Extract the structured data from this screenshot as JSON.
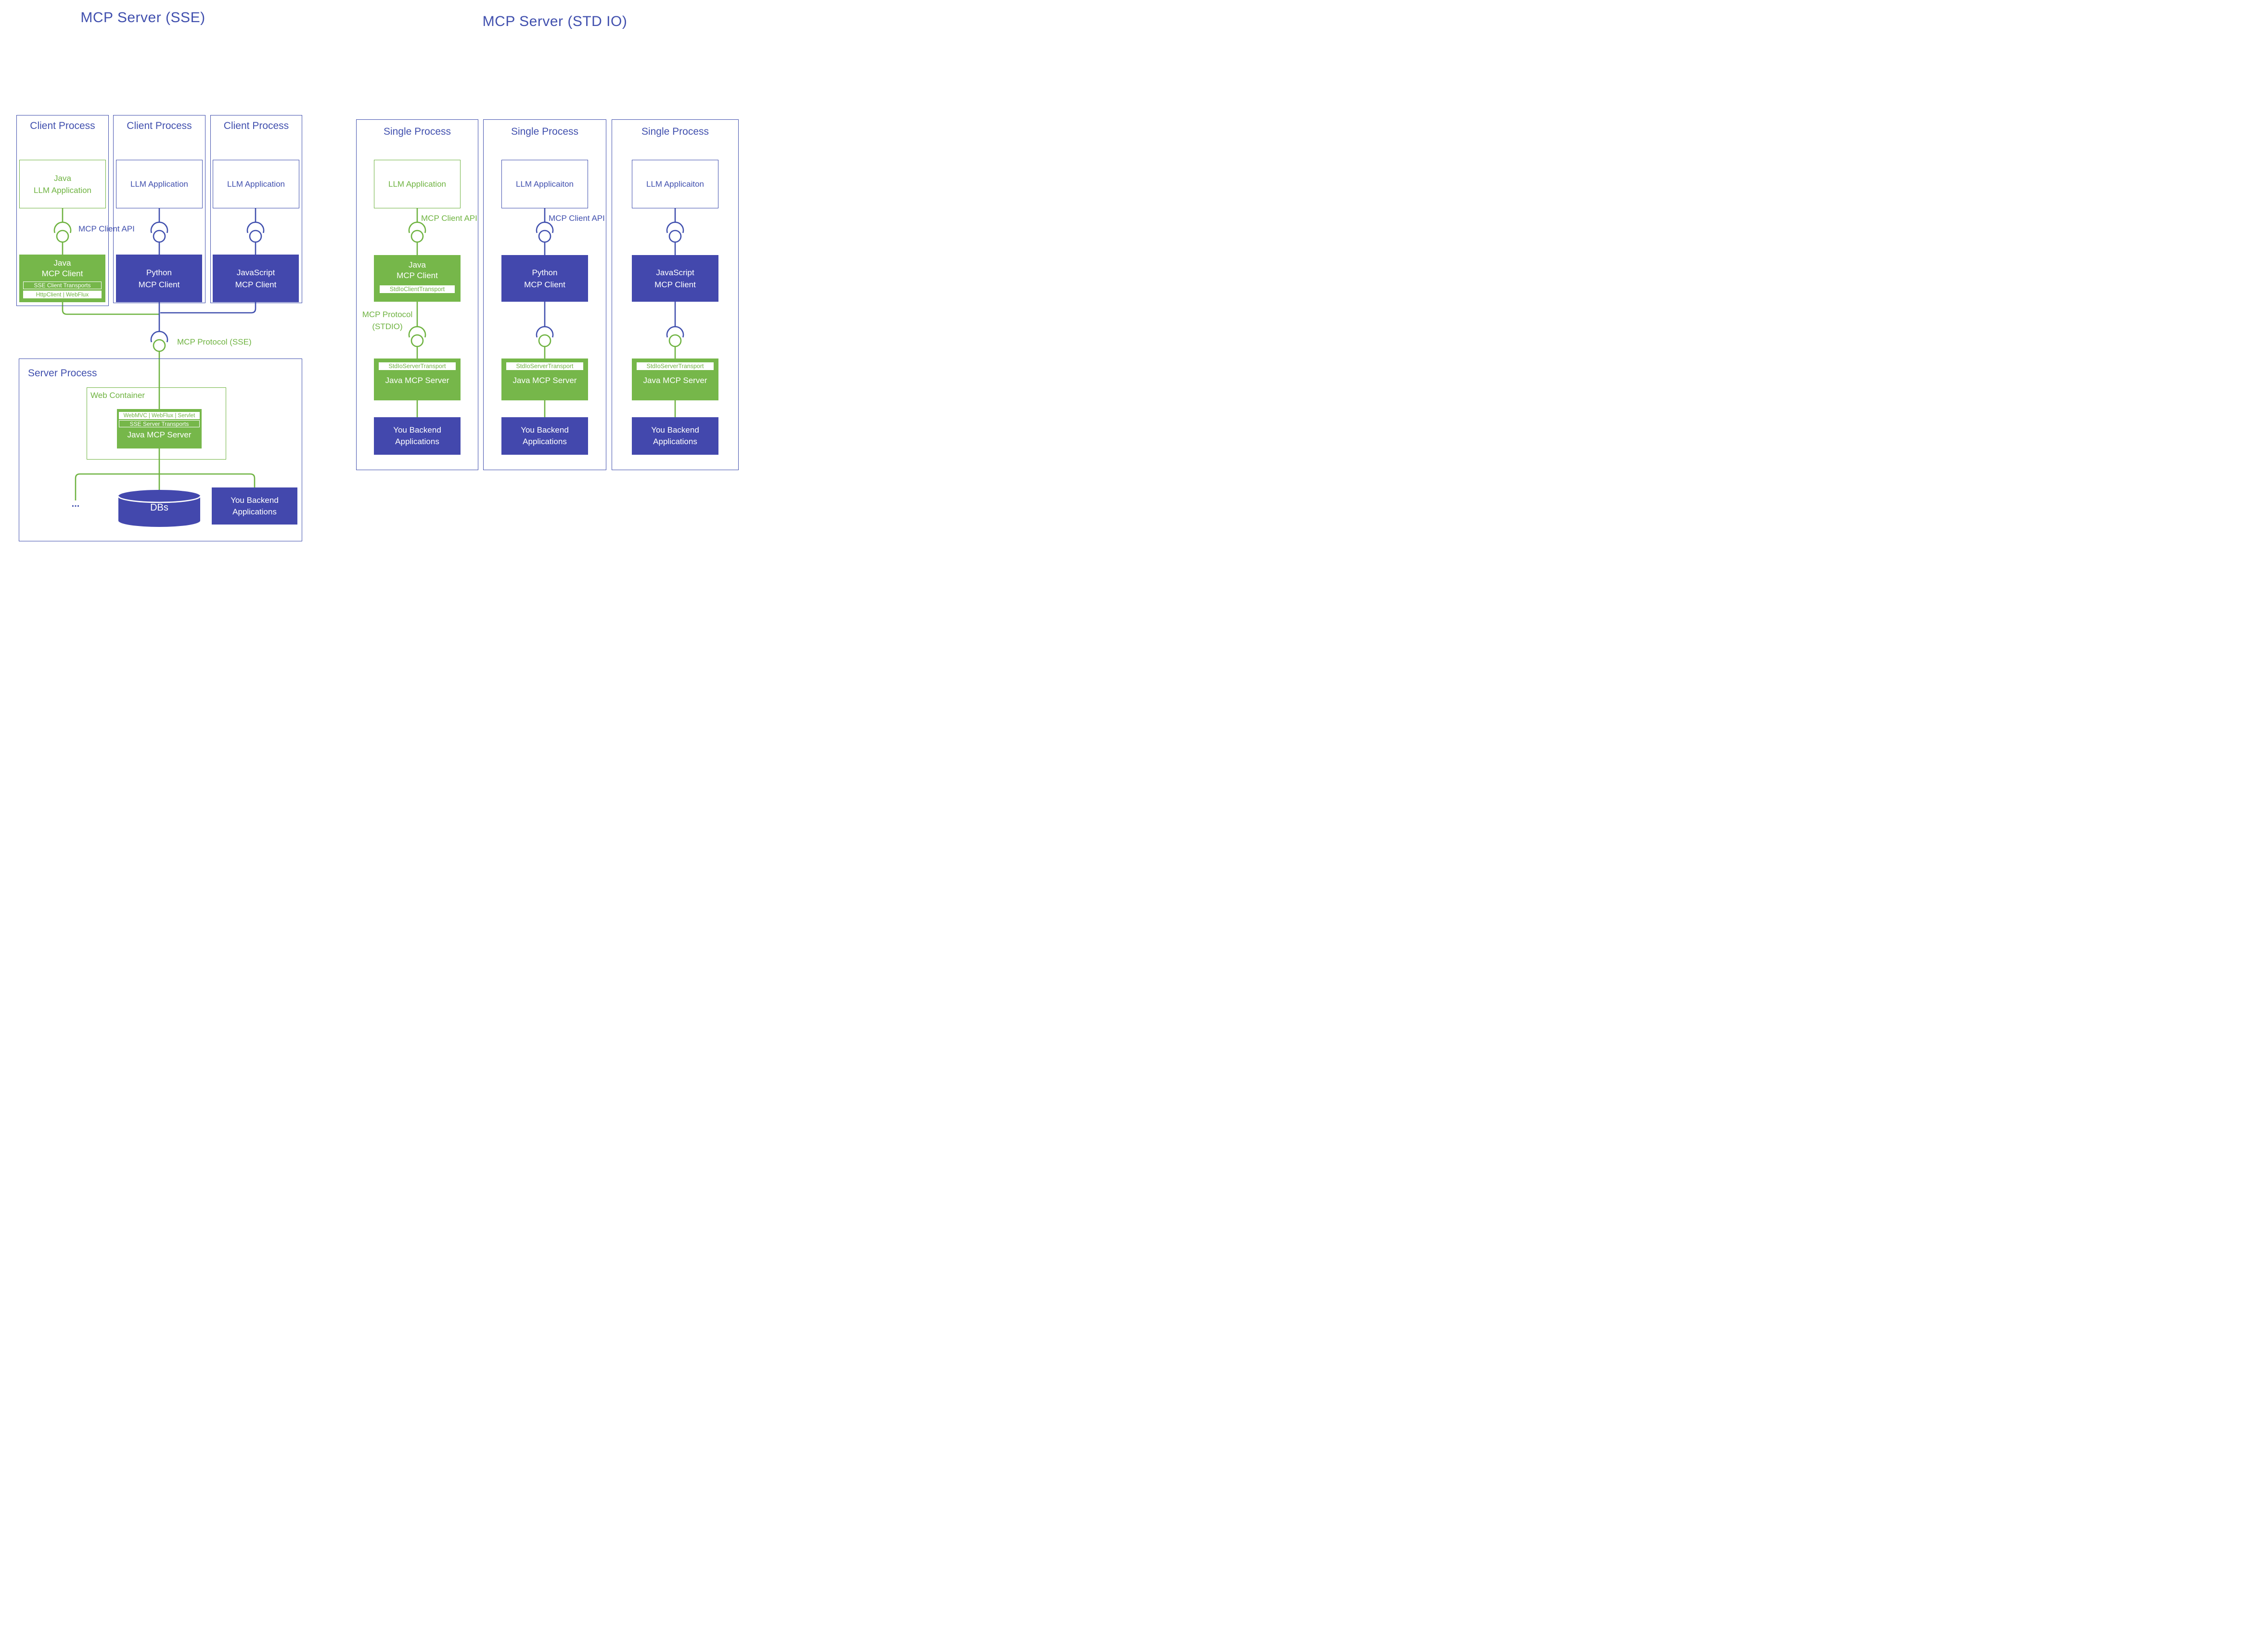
{
  "colors": {
    "blue": "#4150ae",
    "blue_fill": "#4348ad",
    "green": "#6fb341",
    "green_fill": "#76b74a"
  },
  "left": {
    "title": "MCP Server (SSE)",
    "api_label": "MCP Client API",
    "protocol_label": "MCP Protocol (SSE)",
    "panels": [
      {
        "title": "Client Process",
        "app1": "Java",
        "app2": "LLM Application",
        "c1": "Java",
        "c2": "MCP Client",
        "strip1": "SSE Client Transports",
        "strip2": "HttpClient | WebFlux"
      },
      {
        "title": "Client Process",
        "app": "LLM Application",
        "c1": "Python",
        "c2": "MCP Client"
      },
      {
        "title": "Client Process",
        "app": "LLM Application",
        "c1": "JavaScript",
        "c2": "MCP Client"
      }
    ],
    "server": {
      "title": "Server Process",
      "container": "Web Container",
      "strip1": "WebMVC | WebFlux | Servlet",
      "strip2": "SSE Server Transports",
      "name": "Java MCP Server",
      "ellipsis": "...",
      "db": "DBs",
      "b1": "You Backend",
      "b2": "Applications"
    }
  },
  "right": {
    "title": "MCP Server (STD IO)",
    "panels": [
      {
        "title": "Single Process",
        "app": "LLM Application",
        "api": "MCP Client API",
        "c1": "Java",
        "c2": "MCP Client",
        "cstrip": "StdIoClientTransport",
        "prot1": "MCP Protocol",
        "prot2": "(STDIO)",
        "sstrip": "StdIoServerTransport",
        "sname": "Java MCP Server",
        "b1": "You Backend",
        "b2": "Applications"
      },
      {
        "title": "Single Process",
        "app": "LLM Applicaiton",
        "api": "MCP Client API",
        "c1": "Python",
        "c2": "MCP Client",
        "sstrip": "StdIoServerTransport",
        "sname": "Java MCP Server",
        "b1": "You Backend",
        "b2": "Applications"
      },
      {
        "title": "Single Process",
        "app": "LLM Applicaiton",
        "c1": "JavaScript",
        "c2": "MCP Client",
        "sstrip": "StdIoServerTransport",
        "sname": "Java MCP Server",
        "b1": "You Backend",
        "b2": "Applications"
      }
    ]
  }
}
